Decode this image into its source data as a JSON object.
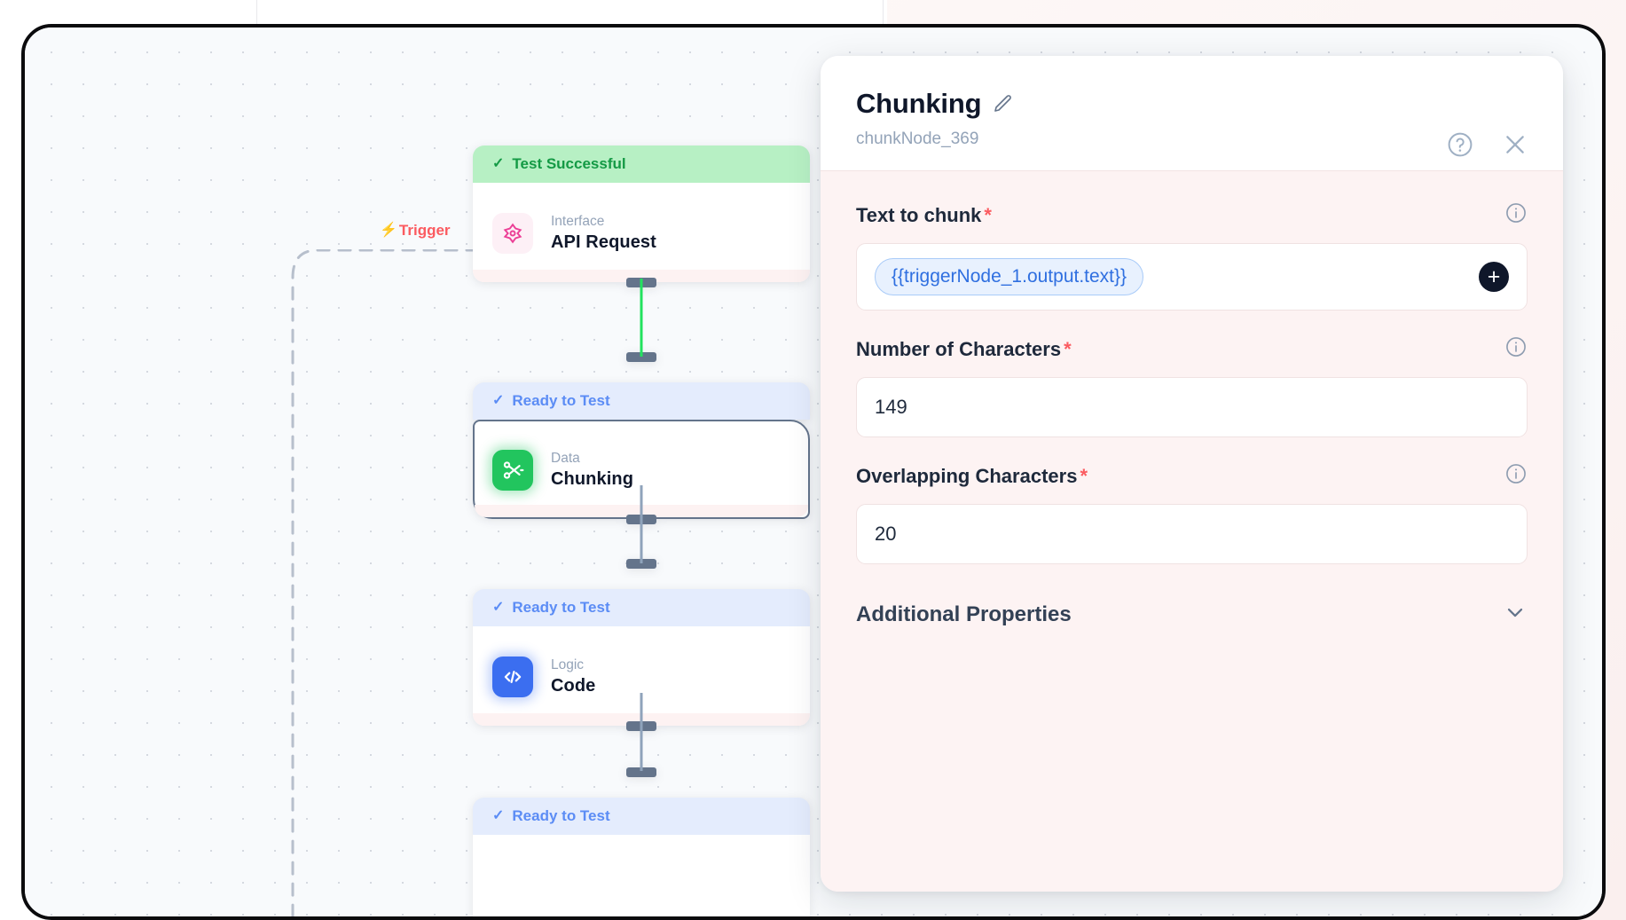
{
  "canvas": {
    "trigger": {
      "label": "Trigger",
      "icon": "lightning-bolt-icon",
      "color": "#fb5b60"
    },
    "nodes": [
      {
        "status": "Test Successful",
        "status_type": "success",
        "kind": "Interface",
        "title": "API Request",
        "icon": "api-request-icon",
        "selected": false
      },
      {
        "status": "Ready to Test",
        "status_type": "ready",
        "kind": "Data",
        "title": "Chunking",
        "icon": "scissors-icon",
        "selected": true
      },
      {
        "status": "Ready to Test",
        "status_type": "ready",
        "kind": "Logic",
        "title": "Code",
        "icon": "code-brackets-icon",
        "selected": false
      },
      {
        "status": "Ready to Test",
        "status_type": "ready",
        "kind": "",
        "title": "",
        "icon": "",
        "selected": false
      }
    ],
    "edges": [
      {
        "from": "API Request",
        "to": "Chunking",
        "color": "#22e25e"
      },
      {
        "from": "Chunking",
        "to": "Code",
        "color": "#8fa3bb"
      },
      {
        "from": "Code",
        "to": "node-4",
        "color": "#8fa3bb"
      }
    ]
  },
  "panel": {
    "title": "Chunking",
    "edit_icon": "pencil-icon",
    "subtitle": "chunkNode_369",
    "help_icon": "help-circle-icon",
    "close_icon": "close-icon",
    "fields": [
      {
        "label": "Text to chunk",
        "required": "*",
        "info_icon": "info-icon",
        "type": "token",
        "token": "{{triggerNode_1.output.text}}",
        "add_icon": "plus-icon"
      },
      {
        "label": "Number of Characters",
        "required": "*",
        "info_icon": "info-icon",
        "type": "text",
        "value": "149"
      },
      {
        "label": "Overlapping Characters",
        "required": "*",
        "info_icon": "info-icon",
        "type": "text",
        "value": "20"
      }
    ],
    "accordion": {
      "label": "Additional Properties",
      "chevron_icon": "chevron-down-icon"
    }
  }
}
